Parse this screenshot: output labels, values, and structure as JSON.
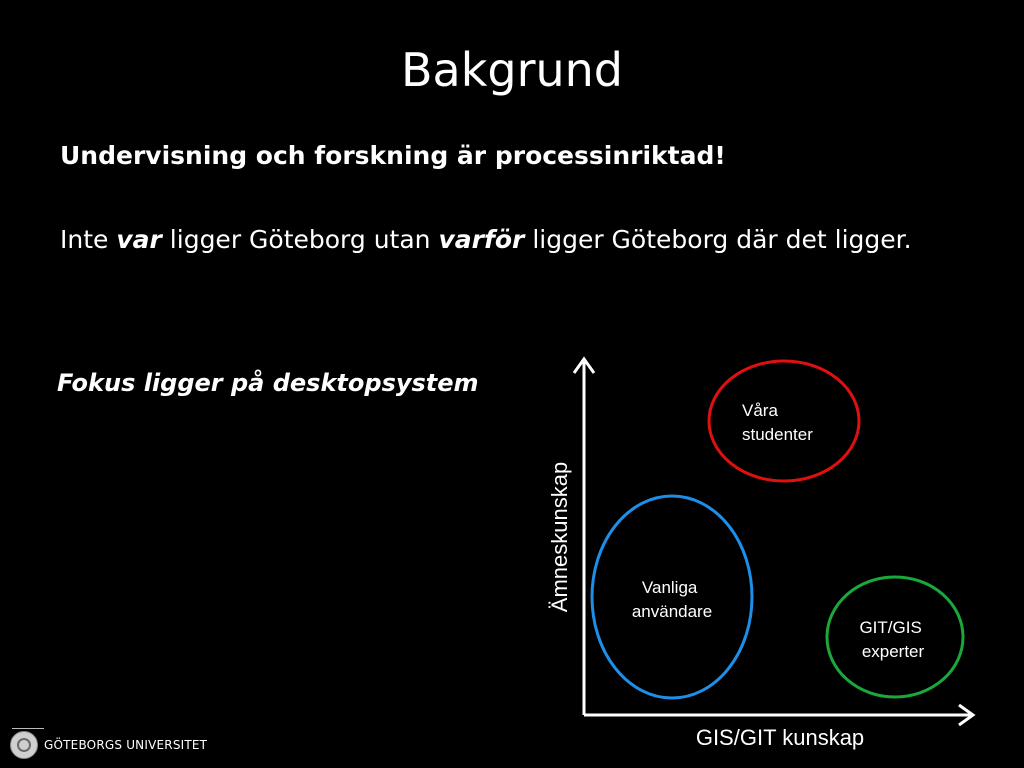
{
  "slide": {
    "title": "Bakgrund",
    "heading": "Undervisning och forskning är processinriktad!",
    "body": {
      "part1": "Inte ",
      "em1": "var",
      "part2": " ligger Göteborg utan ",
      "em2": "varför",
      "part3": " ligger Göteborg där det ligger."
    },
    "focus": "Fokus ligger på desktopsystem"
  },
  "diagram": {
    "y_axis_label": "Ämneskunskap",
    "x_axis_label": "GIS/GIT kunskap",
    "groups": [
      {
        "line1": "Våra",
        "line2": "studenter",
        "color": "#e01010"
      },
      {
        "line1": "Vanliga",
        "line2": "användare",
        "color": "#1e8fe8"
      },
      {
        "line1": "GIT/GIS",
        "line2": "experter",
        "color": "#1aa83a"
      }
    ]
  },
  "footer": {
    "logo_icon": "university-seal-icon",
    "university": "GÖTEBORGS UNIVERSITET"
  }
}
